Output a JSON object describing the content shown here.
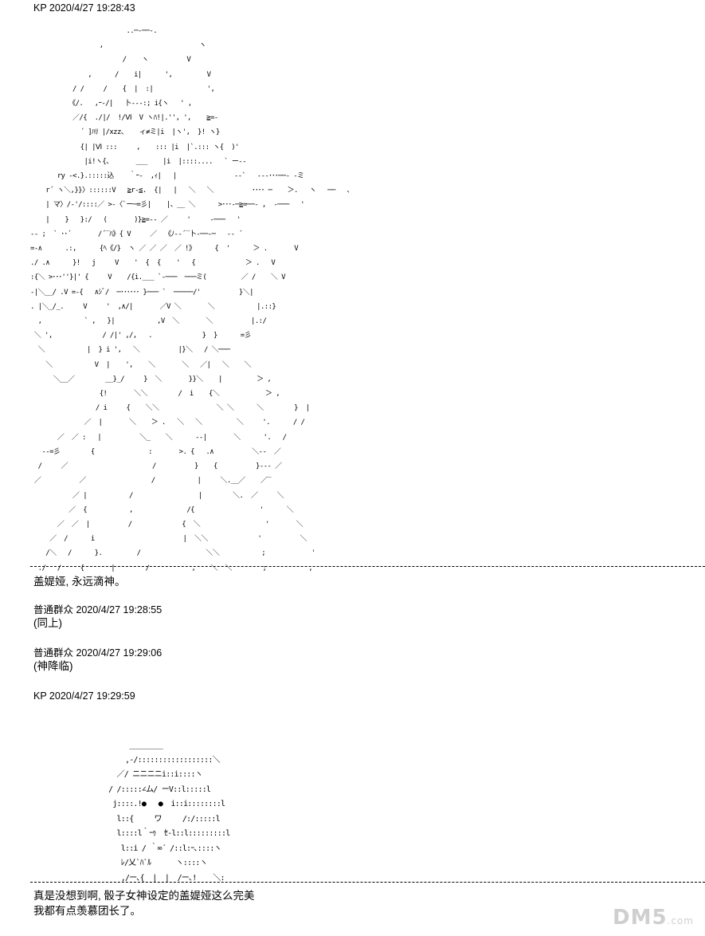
{
  "posts": [
    {
      "header": "KP 2020/4/27 19:28:43",
      "lines": [
        "盖媞娅, 永远滴神。"
      ]
    },
    {
      "header": "普通群众 2020/4/27 19:28:55",
      "lines": [
        "(同上)"
      ]
    },
    {
      "header": "普通群众 2020/4/27 19:29:06",
      "lines": [
        "(神降临)"
      ]
    },
    {
      "header": "KP 2020/4/27 19:29:59",
      "lines": [
        "真是没想到啊, 骰子女神设定的盖媞娅这么完美",
        "我都有点羡慕团长了。"
      ]
    }
  ],
  "art": {
    "large": "                         ..─‐──‐.\n                  ,                         ヽ\n                        /    ヽ          V\n               ,      /    i|      ',         V\n           / /     /    {  |  :|              ',\n          《/.   ,ｰ‐/|   卜-‐-:; i{ヽ   ' ,\n           ／/{  ./|/  !/Ⅵ  V ヽﾊ!|.'', ',    ≧=-\n             ´ ]ﾊﾘ |/xzz、   ィ≠ミ|i  |ヽ',  }! ヽ}\n             {| |Ⅵ :::     ,    ::: |i  |`.::: ヽ{  )'\n              |i!ヽ{、      ___    |i  |::::....   ` ー--\n       ry ‐<.}.:::::込    ｀ｰ-  ,ｨ|   |               --`   -‐‐･･･──‐ -ミ\n    r´ ヽ＼,}}〉::::::V   ≧r‐≦.  {|   |   ＼   ＼          ････ ─    ＞.   ヽ   ──   、\n    | マ〉/‐'/::::／ >-〈`ー─=彡|    |、__ ＼      >･･･‐─≧=──‐ ,  ‐───   '\n    |    }   }:/   (       )}≧=-‐ ／     '     ‐───   '\n-‐ ;  ` ･･´       /´‾ﾊ》{ V     ／  《ﾉ-‐´‾卜-──‐─   -‐ ´\n=-∧      .:,      {ﾍ《/}  ヽ ／ ／ ／  ／ !》     {  '      ＞ .       V\n./ .∧      }!   j     V    '  {  {    '   {             ＞ .   V\n:{＼ >･･･''}|' {     V    /{i.___ `‐───  ───ミ(         ／ /    ＼ V\n-|＼__/ .V =-{   ∧ｼﾞ/  ─･･････ }─── `  ─────/'          }＼|\n. |＼_/_.     V     '  ,∧/|       ／V ＼       ＼           |.::}\n  ,           ` ,   }|           ,V  ＼       ＼          |.:/\n ＼ ',             / /|' ,/,   .             }  }      =彡\n  ＼           |  } i ',   ＼          |}＼   / ＼───\n    ＼           V  |    ',    ＼       ＼   ／|   ＼    ＼\n      ＼__／        __}_/     }  ＼       }}＼    |         ＞ ,\n                  {!       ＼＼        /  i    {＼            ＞ ,\n                 / i     {    ＼＼               ＼ ＼      ＼        }  |\n              ／  |       ＼    ＞ .   ＼   ＼         ＼     '.      / /\n       ／  ／ :   |          ＼_    ＼      -‐|       ＼      '.   /\n   --=彡        {              :       >. {   .∧          ＼-‐  ／\n  /     ／                      /          }    {          }--‐ ／\n ／          ／                 /           |     ＼.__／    ／‾\n           ／ |           /                 |        ＼.  ／     ＼\n          ／  {           ,              /{                 '      ＼\n       ／  ／  |          /             {  ＼                 '       ＼\n     ／  /      i                       |  ＼＼             '          ＼\n    /＼   /      }.         /                 ＼＼           ;            '\n  ./   /     {       |        /           ,    ＼  ＼        ;           ,",
    "small": "          ________\n         ,-/::::::::::::::::::＼\n       ／/ ニニニニi::i::::ヽ\n     / /:::::∠ム/ ーV::l:::::l\n      j::::.!●   ●  i::i::::::::l\n       l::{     ワ     /:/:::::l\n       l::::l｀ｰｩ  ｾ-l::l:::::::::l\n        l::i / ｀∞´ /::l:ｰ､::::ヽ\n        ﾚ/乂`ﾊ`ﾙ      ヽ::::ヽ\n        ,/ー､{  |  |  /ー､!    ＼:"
  }
}
